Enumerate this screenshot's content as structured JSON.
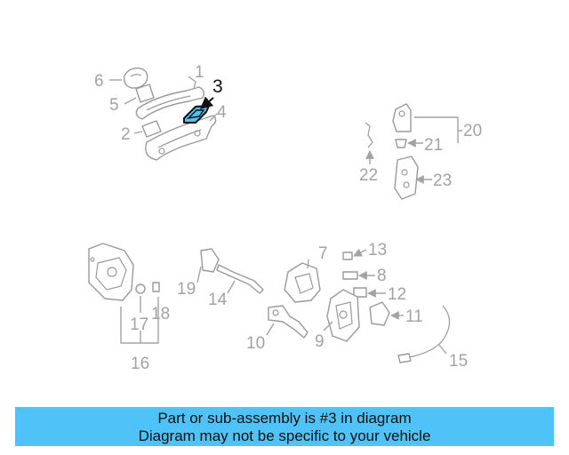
{
  "callouts": {
    "c1": "1",
    "c2": "2",
    "c3": "3",
    "c4": "4",
    "c5": "5",
    "c6": "6",
    "c7": "7",
    "c8": "8",
    "c9": "9",
    "c10": "10",
    "c11": "11",
    "c12": "12",
    "c13": "13",
    "c14": "14",
    "c15": "15",
    "c16": "16",
    "c17": "17",
    "c18": "18",
    "c19": "19",
    "c20": "20",
    "c21": "21",
    "c22": "22",
    "c23": "23"
  },
  "highlight_color": "#4fc3f7",
  "banner": {
    "line1": "Part or sub-assembly is #3 in diagram",
    "line2": "Diagram may not be specific to your vehicle"
  }
}
